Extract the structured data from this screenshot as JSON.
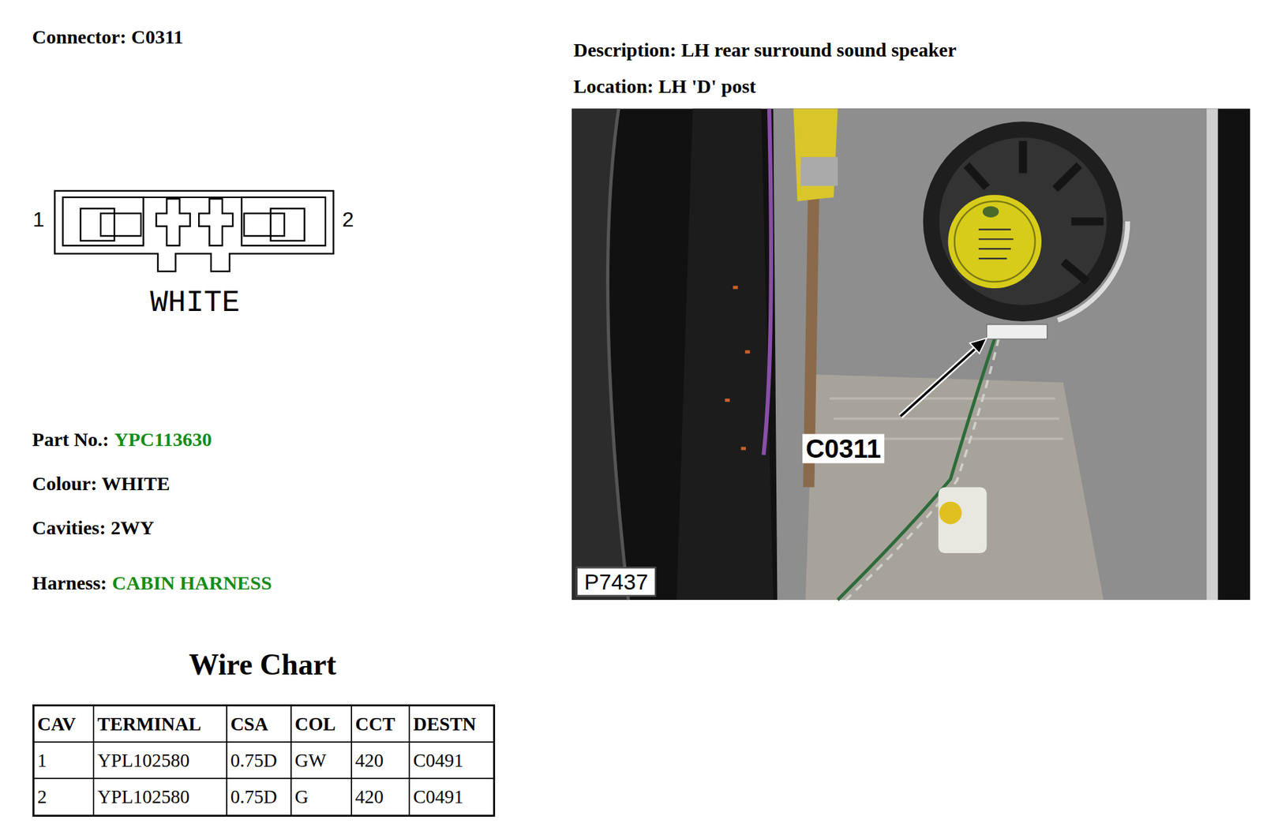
{
  "diagram": {
    "title": "Connector: C0311",
    "nodes": [
      {
        "text": [
          "C0311"
        ]
      },
      {
        "text": [
          "P7437"
        ]
      }
    ],
    "labels": [
      "Description: LH rear surround sound speaker",
      "Location: LH 'D' post",
      "1",
      "2",
      "WHITE",
      "Part No.:",
      "YPC113630",
      "Colour: WHITE",
      "Cavities: 2WY",
      "Harness:",
      "CABIN HARNESS",
      "Wire Chart",
      "CAV",
      "TERMINAL",
      "CSA",
      "COL",
      "CCT",
      "DESTN",
      "1",
      "YPL102580",
      "0.75D",
      "GW",
      "420",
      "C0491",
      "2",
      "YPL102580",
      "0.75D",
      "G",
      "420",
      "C0491"
    ]
  }
}
